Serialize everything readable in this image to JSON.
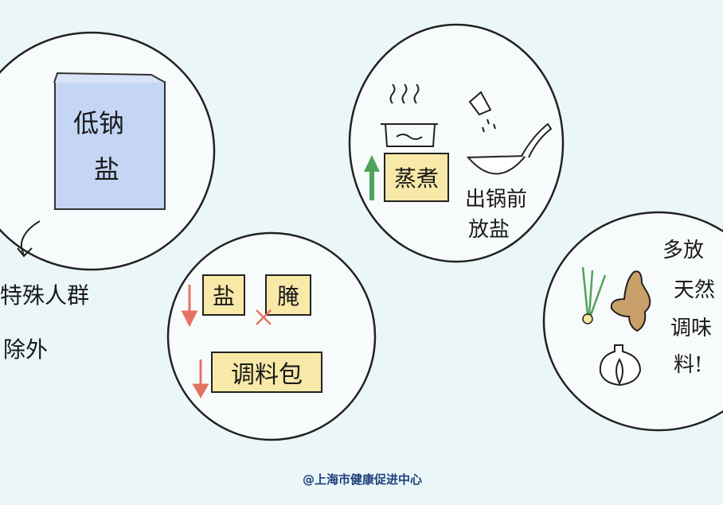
{
  "panels": {
    "low_sodium": {
      "bag_label_line1": "低钠",
      "bag_label_line2": "盐",
      "note_line1": "特殊人群",
      "note_line2": "除外",
      "bag_color": "#c5d6f5"
    },
    "reduce": {
      "salt": "盐",
      "pickled": "腌",
      "seasoning_packet": "调料包",
      "arrow_color": "#e57362",
      "cross_color": "#e57362"
    },
    "cooking": {
      "steam_boil": "蒸煮",
      "salt_timing_line1": "出锅前",
      "salt_timing_line2": "放盐",
      "arrow_color": "#4fa45a"
    },
    "natural": {
      "line1": "多放",
      "line2": "天然",
      "line3": "调味",
      "line4": "料!",
      "icons": [
        "scallion-icon",
        "ginger-icon",
        "garlic-icon"
      ]
    }
  },
  "credit": "@上海市健康促进中心"
}
